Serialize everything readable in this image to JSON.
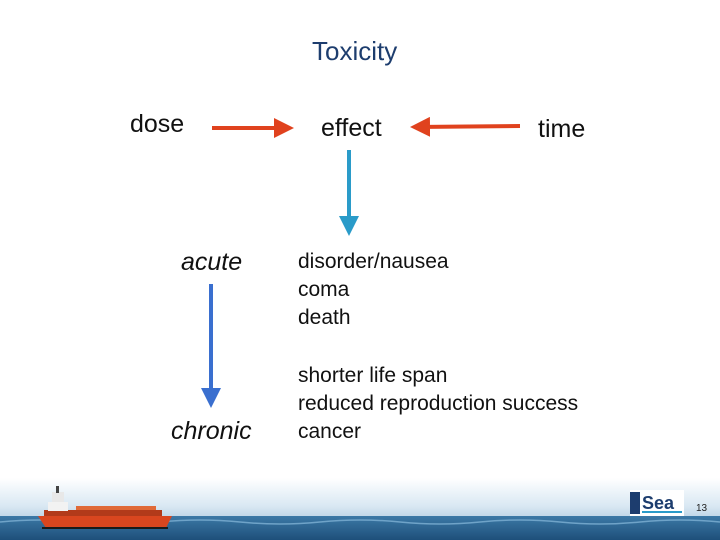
{
  "title": "Toxicity",
  "top_row": {
    "dose": "dose",
    "effect": "effect",
    "time": "time"
  },
  "severity": {
    "acute": "acute",
    "chronic": "chronic"
  },
  "acute_effects": [
    "disorder/nausea",
    "coma",
    "death"
  ],
  "chronic_effects": [
    "shorter life span",
    "reduced reproduction success",
    "cancer"
  ],
  "footer": {
    "logo_text": "Sea",
    "page_number": "13"
  },
  "colors": {
    "red_arrow": "#e0421e",
    "teal_arrow": "#2a9bc9",
    "blue_arrow": "#3a6fcf",
    "title": "#1d3d6e"
  }
}
